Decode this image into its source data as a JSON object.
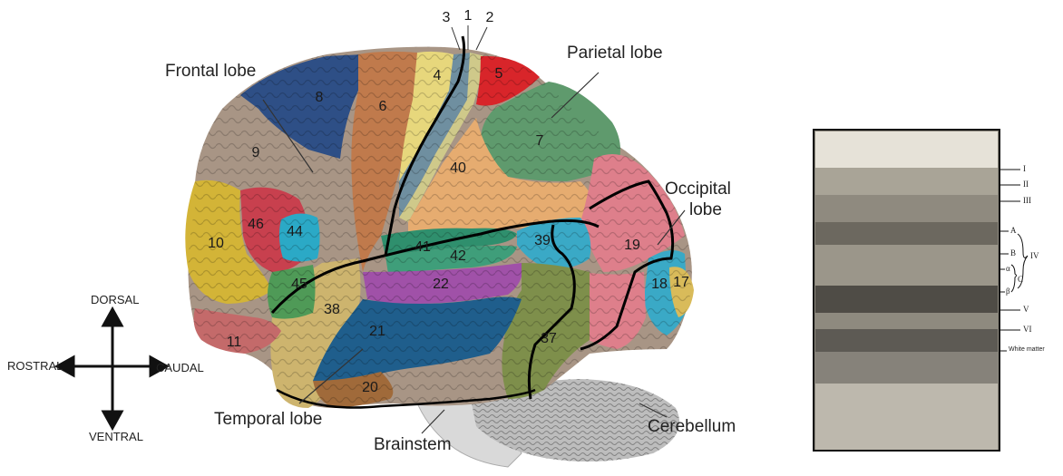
{
  "brain": {
    "lobes": {
      "frontal": "Frontal lobe",
      "parietal": "Parietal lobe",
      "occipital_line1": "Occipital",
      "occipital_line2": "lobe",
      "temporal": "Temporal lobe",
      "brainstem": "Brainstem",
      "cerebellum": "Cerebellum"
    },
    "areas": [
      "3",
      "1",
      "2",
      "4",
      "5",
      "6",
      "8",
      "7",
      "9",
      "40",
      "19",
      "39",
      "41",
      "42",
      "22",
      "18",
      "17",
      "10",
      "46",
      "44",
      "45",
      "38",
      "21",
      "37",
      "11",
      "20"
    ],
    "colors": {
      "frontal_gray": "#a89585",
      "area8": "#2e4f86",
      "area6": "#c07a4c",
      "area4": "#e7d77c",
      "area5": "#d8252a",
      "area7": "#5f9a6d",
      "area40": "#e6ac70",
      "area19": "#de7f8b",
      "area39": "#3aa9c6",
      "area41": "#2f8f6d",
      "area42": "#2f8f6d",
      "area22": "#a051a8",
      "area18": "#3aa9c6",
      "area17": "#d9bb5a",
      "area10": "#d3b437",
      "area46": "#c8404e",
      "area44": "#2ba9c6",
      "area45": "#4f9a57",
      "area38": "#cdb46e",
      "area21": "#1f5e8c",
      "area37": "#7e8f4b",
      "area11": "#c46a6a",
      "area20": "#a06a3a",
      "cerebellum": "#b8b8b8"
    }
  },
  "compass": {
    "dorsal": "DORSAL",
    "ventral": "VENTRAL",
    "rostral": "ROSTRAL",
    "caudal": "CAUDAL"
  },
  "cortex_layers": {
    "labels": [
      "I",
      "II",
      "III",
      "A",
      "B",
      "α",
      "β",
      "C",
      "IV",
      "V",
      "VI",
      "White matter"
    ]
  }
}
